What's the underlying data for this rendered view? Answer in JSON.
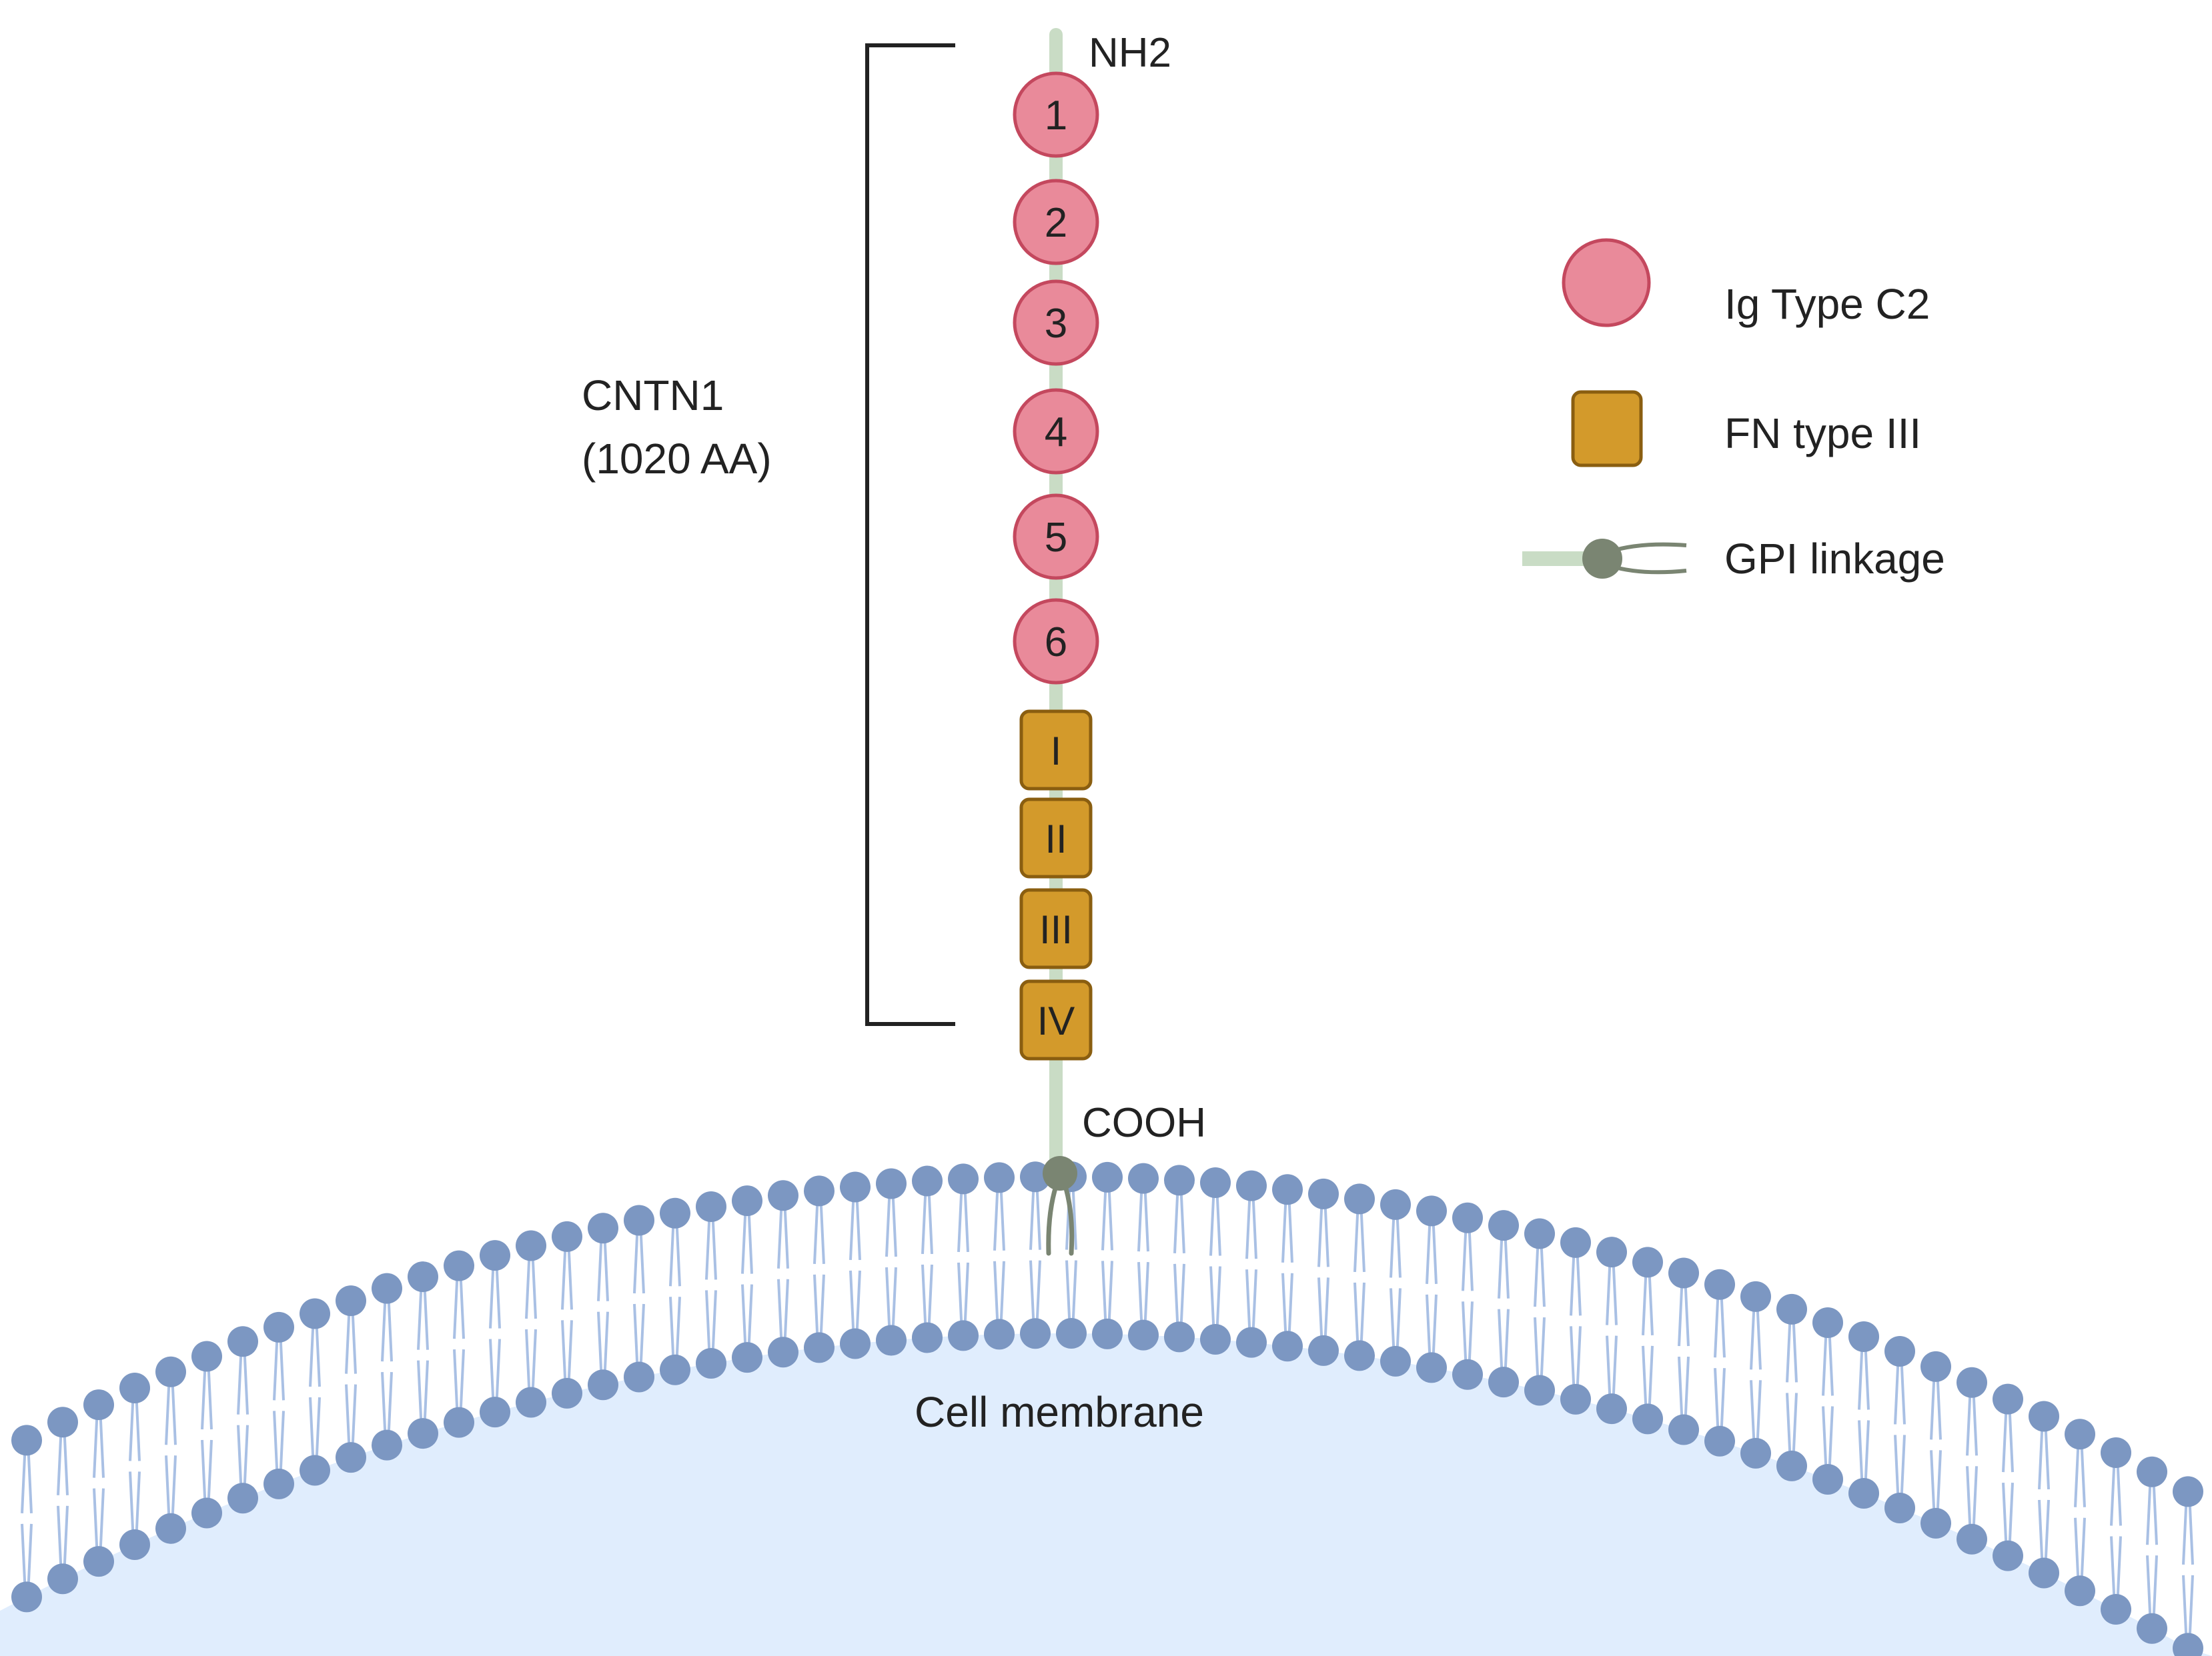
{
  "labels": {
    "n_terminus": "NH2",
    "c_terminus": "COOH",
    "protein_name": "CNTN1",
    "protein_length": "(1020 AA)",
    "membrane": "Cell membrane"
  },
  "ig_domains": [
    "1",
    "2",
    "3",
    "4",
    "5",
    "6"
  ],
  "fn_domains": [
    "I",
    "II",
    "III",
    "IV"
  ],
  "legend": {
    "ig": "Ig Type C2",
    "fn": "FN type III",
    "gpi": "GPI linkage"
  },
  "colors": {
    "ig_fill": "#e98a9a",
    "ig_stroke": "#c4485e",
    "fn_fill": "#d39a2b",
    "fn_stroke": "#8a5e10",
    "backbone": "#c9dcc5",
    "gpi_anchor": "#7a8572",
    "lipid_head": "#7c97c2",
    "lipid_tail": "#a9c0e4",
    "cytoplasm": "#e0edfd",
    "text": "#222222"
  }
}
